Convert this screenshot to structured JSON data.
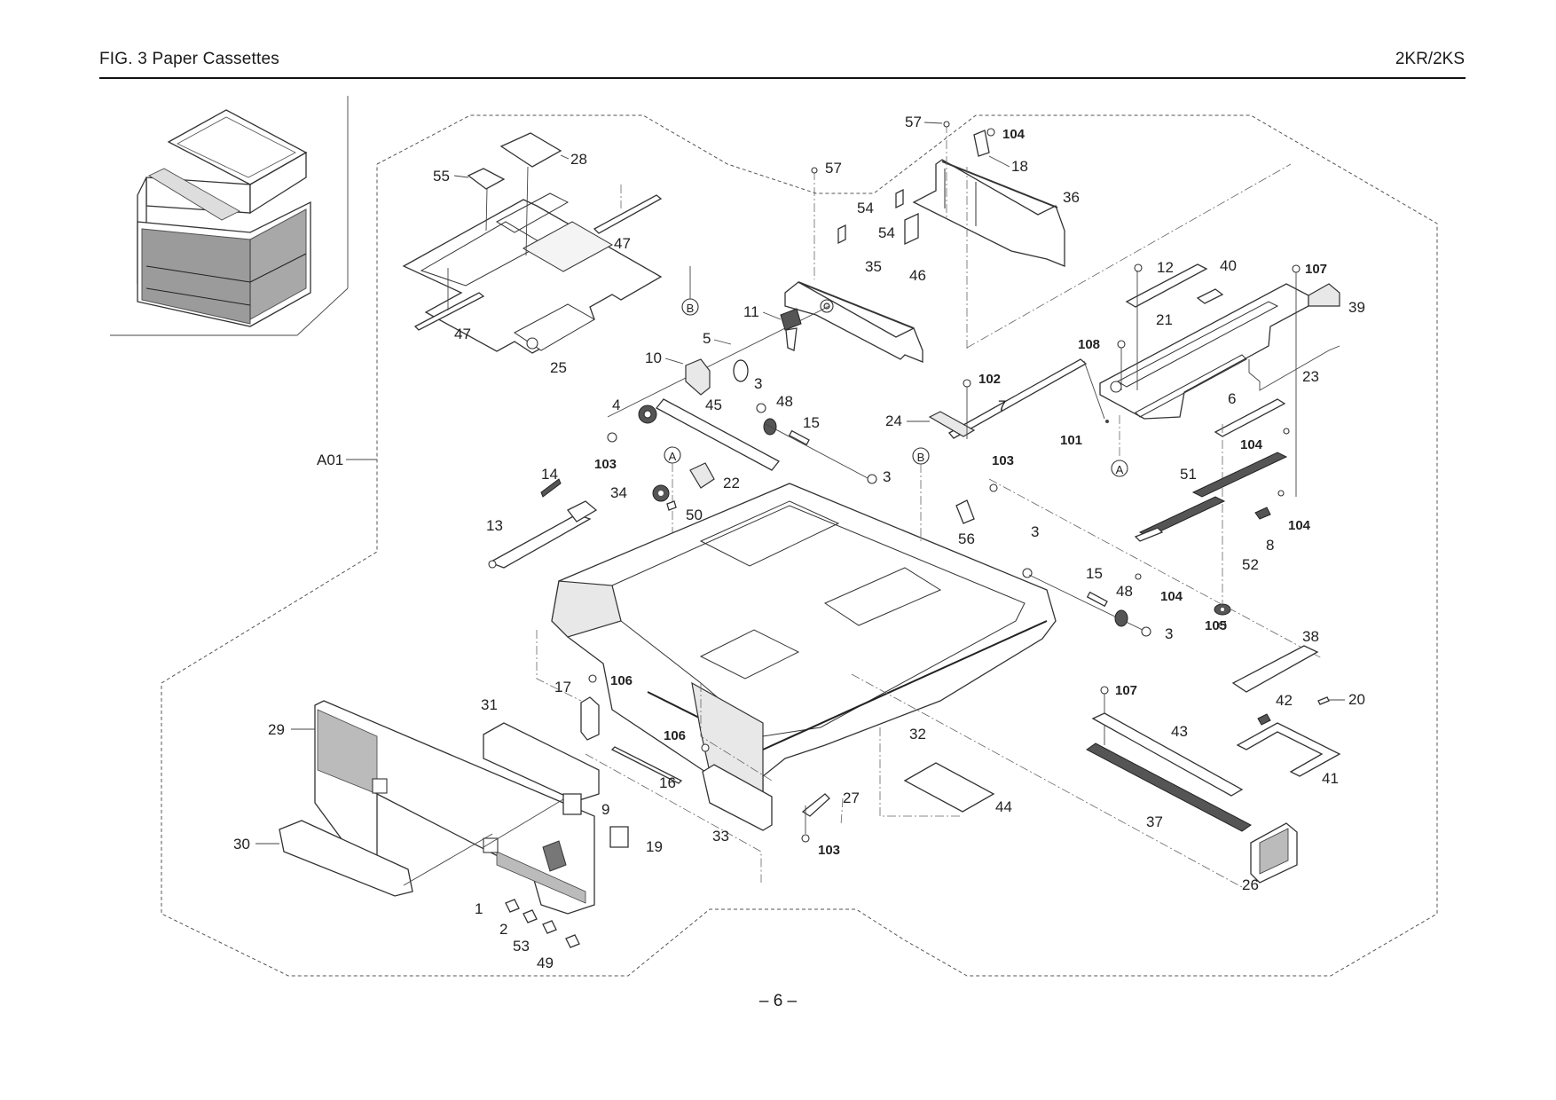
{
  "header": {
    "figure_title": "FIG.  3  Paper Cassettes",
    "model": "2KR/2KS"
  },
  "footer": {
    "page_number": "– 6 –"
  },
  "assembly_label": "A01",
  "reference_markers": [
    "A",
    "B"
  ],
  "callouts": [
    {
      "id": "c55",
      "text": "55",
      "bold": false
    },
    {
      "id": "c28",
      "text": "28",
      "bold": false
    },
    {
      "id": "c47a",
      "text": "47",
      "bold": false
    },
    {
      "id": "c47b",
      "text": "47",
      "bold": false
    },
    {
      "id": "c25",
      "text": "25",
      "bold": false
    },
    {
      "id": "c57a",
      "text": "57",
      "bold": false
    },
    {
      "id": "c57b",
      "text": "57",
      "bold": false
    },
    {
      "id": "c104a",
      "text": "104",
      "bold": true
    },
    {
      "id": "c18",
      "text": "18",
      "bold": false
    },
    {
      "id": "c36",
      "text": "36",
      "bold": false
    },
    {
      "id": "c54a",
      "text": "54",
      "bold": false
    },
    {
      "id": "c54b",
      "text": "54",
      "bold": false
    },
    {
      "id": "c46",
      "text": "46",
      "bold": false
    },
    {
      "id": "c35",
      "text": "35",
      "bold": false
    },
    {
      "id": "c11",
      "text": "11",
      "bold": false
    },
    {
      "id": "c5",
      "text": "5",
      "bold": false
    },
    {
      "id": "c10",
      "text": "10",
      "bold": false
    },
    {
      "id": "c3a",
      "text": "3",
      "bold": false
    },
    {
      "id": "c4",
      "text": "4",
      "bold": false
    },
    {
      "id": "c45",
      "text": "45",
      "bold": false
    },
    {
      "id": "c48a",
      "text": "48",
      "bold": false
    },
    {
      "id": "c15a",
      "text": "15",
      "bold": false
    },
    {
      "id": "c103a",
      "text": "103",
      "bold": true
    },
    {
      "id": "c22",
      "text": "22",
      "bold": false
    },
    {
      "id": "c34",
      "text": "34",
      "bold": false
    },
    {
      "id": "c50",
      "text": "50",
      "bold": false
    },
    {
      "id": "c14",
      "text": "14",
      "bold": false
    },
    {
      "id": "c13",
      "text": "13",
      "bold": false
    },
    {
      "id": "c3b",
      "text": "3",
      "bold": false
    },
    {
      "id": "c102",
      "text": "102",
      "bold": true
    },
    {
      "id": "c24",
      "text": "24",
      "bold": false
    },
    {
      "id": "c7",
      "text": "7",
      "bold": false
    },
    {
      "id": "c101",
      "text": "101",
      "bold": true
    },
    {
      "id": "c103b",
      "text": "103",
      "bold": true
    },
    {
      "id": "c56",
      "text": "56",
      "bold": false
    },
    {
      "id": "c12",
      "text": "12",
      "bold": false
    },
    {
      "id": "c40",
      "text": "40",
      "bold": false
    },
    {
      "id": "c107a",
      "text": "107",
      "bold": true
    },
    {
      "id": "c39",
      "text": "39",
      "bold": false
    },
    {
      "id": "c21",
      "text": "21",
      "bold": false
    },
    {
      "id": "c108",
      "text": "108",
      "bold": true
    },
    {
      "id": "c23",
      "text": "23",
      "bold": false
    },
    {
      "id": "c6",
      "text": "6",
      "bold": false
    },
    {
      "id": "c104b",
      "text": "104",
      "bold": true
    },
    {
      "id": "c51",
      "text": "51",
      "bold": false
    },
    {
      "id": "c104c",
      "text": "104",
      "bold": true
    },
    {
      "id": "c8",
      "text": "8",
      "bold": false
    },
    {
      "id": "c52",
      "text": "52",
      "bold": false
    },
    {
      "id": "c3c",
      "text": "3",
      "bold": false
    },
    {
      "id": "c15b",
      "text": "15",
      "bold": false
    },
    {
      "id": "c48b",
      "text": "48",
      "bold": false
    },
    {
      "id": "c104d",
      "text": "104",
      "bold": true
    },
    {
      "id": "c105",
      "text": "105",
      "bold": true
    },
    {
      "id": "c3d",
      "text": "3",
      "bold": false
    },
    {
      "id": "c38",
      "text": "38",
      "bold": false
    },
    {
      "id": "c42",
      "text": "42",
      "bold": false
    },
    {
      "id": "c20",
      "text": "20",
      "bold": false
    },
    {
      "id": "c41",
      "text": "41",
      "bold": false
    },
    {
      "id": "c107b",
      "text": "107",
      "bold": true
    },
    {
      "id": "c43",
      "text": "43",
      "bold": false
    },
    {
      "id": "c32",
      "text": "32",
      "bold": false
    },
    {
      "id": "c44",
      "text": "44",
      "bold": false
    },
    {
      "id": "c37",
      "text": "37",
      "bold": false
    },
    {
      "id": "c26",
      "text": "26",
      "bold": false
    },
    {
      "id": "c27",
      "text": "27",
      "bold": false
    },
    {
      "id": "c103c",
      "text": "103",
      "bold": true
    },
    {
      "id": "c17",
      "text": "17",
      "bold": false
    },
    {
      "id": "c106a",
      "text": "106",
      "bold": true
    },
    {
      "id": "c31",
      "text": "31",
      "bold": false
    },
    {
      "id": "c29",
      "text": "29",
      "bold": false
    },
    {
      "id": "c106b",
      "text": "106",
      "bold": true
    },
    {
      "id": "c16",
      "text": "16",
      "bold": false
    },
    {
      "id": "c33",
      "text": "33",
      "bold": false
    },
    {
      "id": "c9",
      "text": "9",
      "bold": false
    },
    {
      "id": "c19",
      "text": "19",
      "bold": false
    },
    {
      "id": "c30",
      "text": "30",
      "bold": false
    },
    {
      "id": "c1",
      "text": "1",
      "bold": false
    },
    {
      "id": "c2",
      "text": "2",
      "bold": false
    },
    {
      "id": "c53",
      "text": "53",
      "bold": false
    },
    {
      "id": "c49",
      "text": "49",
      "bold": false
    }
  ]
}
